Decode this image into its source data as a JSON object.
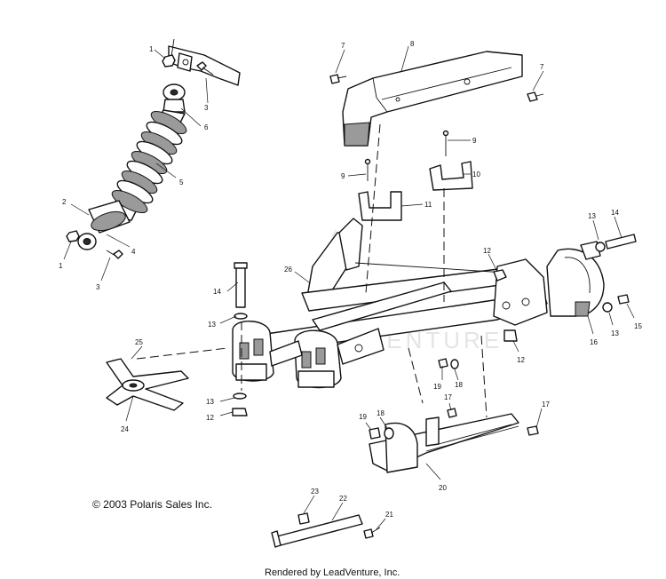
{
  "copyright": "© 2003 Polaris Sales Inc.",
  "rendered_by": "Rendered by LeadVenture, Inc.",
  "watermark": "LEADVENTURE",
  "callouts": {
    "c1a": "1",
    "c1b": "1",
    "c2": "2",
    "c3a": "3",
    "c3b": "3",
    "c4": "4",
    "c5": "5",
    "c6": "6",
    "c7a": "7",
    "c7b": "7",
    "c8": "8",
    "c9a": "9",
    "c9b": "9",
    "c10": "10",
    "c11": "11",
    "c12a": "12",
    "c12b": "12",
    "c12c": "12",
    "c13a": "13",
    "c13b": "13",
    "c13c": "13",
    "c13d": "13",
    "c14a": "14",
    "c14b": "14",
    "c15": "15",
    "c16": "16",
    "c17a": "17",
    "c17b": "17",
    "c18a": "18",
    "c18b": "18",
    "c19a": "19",
    "c19b": "19",
    "c20": "20",
    "c21": "21",
    "c22": "22",
    "c23": "23",
    "c24": "24",
    "c25": "25",
    "c26": "26"
  }
}
